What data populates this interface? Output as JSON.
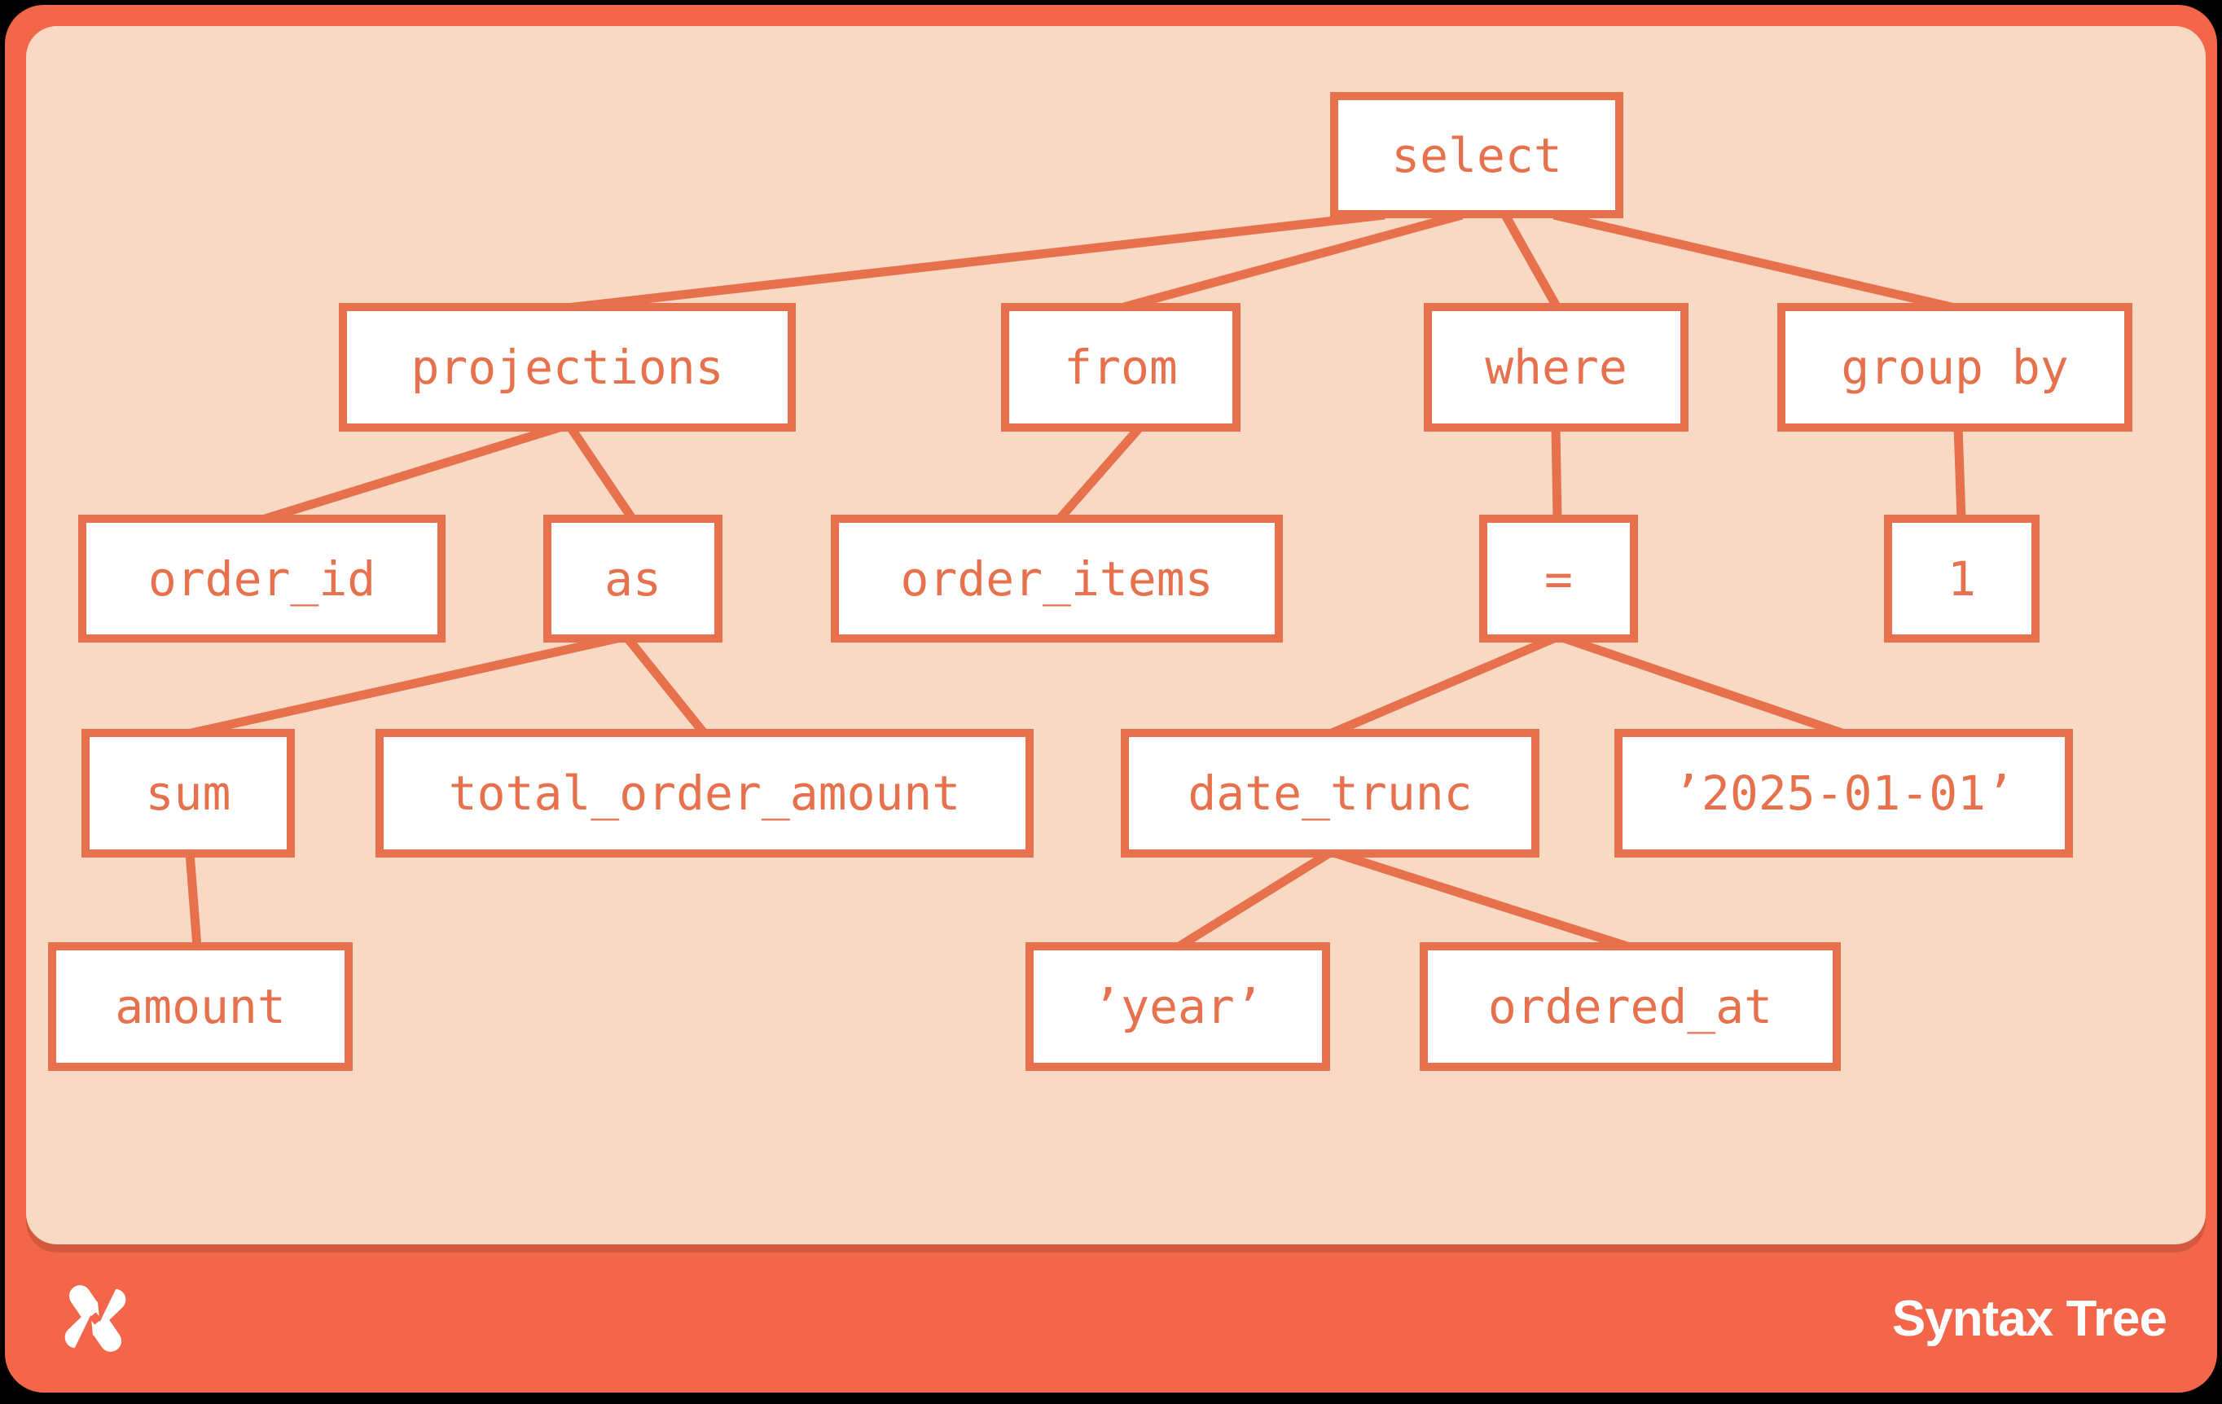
{
  "title": "Syntax Tree",
  "palette": {
    "page_background": "#000000",
    "card_orange": "#f3664a",
    "panel_peach": "#f8d9c3",
    "node_accent": "#e7714d",
    "node_fill": "#ffffff",
    "footer_text": "#ffffff"
  },
  "footer": {
    "title": "Syntax Tree",
    "logo": "dagster-logo"
  },
  "tree": {
    "nodes": {
      "select": {
        "label": "select"
      },
      "projections": {
        "label": "projections"
      },
      "from": {
        "label": "from"
      },
      "where": {
        "label": "where"
      },
      "group_by": {
        "label": "group by"
      },
      "order_id": {
        "label": "order_id"
      },
      "as": {
        "label": "as"
      },
      "order_items": {
        "label": "order_items"
      },
      "eq": {
        "label": "="
      },
      "one": {
        "label": "1"
      },
      "sum": {
        "label": "sum"
      },
      "total_order_amount": {
        "label": "total_order_amount"
      },
      "date_trunc": {
        "label": "date_trunc"
      },
      "date_literal": {
        "label": "’2025-01-01’"
      },
      "amount": {
        "label": "amount"
      },
      "year_literal": {
        "label": "’year’"
      },
      "ordered_at": {
        "label": "ordered_at"
      }
    },
    "edges": [
      {
        "from": "select",
        "to": "projections"
      },
      {
        "from": "select",
        "to": "from"
      },
      {
        "from": "select",
        "to": "where"
      },
      {
        "from": "select",
        "to": "group_by"
      },
      {
        "from": "projections",
        "to": "order_id"
      },
      {
        "from": "projections",
        "to": "as"
      },
      {
        "from": "from",
        "to": "order_items"
      },
      {
        "from": "where",
        "to": "eq"
      },
      {
        "from": "group_by",
        "to": "one"
      },
      {
        "from": "as",
        "to": "sum"
      },
      {
        "from": "as",
        "to": "total_order_amount"
      },
      {
        "from": "sum",
        "to": "amount"
      },
      {
        "from": "eq",
        "to": "date_trunc"
      },
      {
        "from": "eq",
        "to": "date_literal"
      },
      {
        "from": "date_trunc",
        "to": "year_literal"
      },
      {
        "from": "date_trunc",
        "to": "ordered_at"
      }
    ]
  }
}
